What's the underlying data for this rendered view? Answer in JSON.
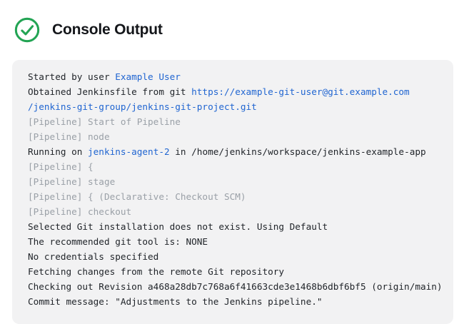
{
  "header": {
    "title": "Console Output",
    "status_icon": "success-check-icon"
  },
  "colors": {
    "success_green": "#23a454",
    "link_blue": "#2065d1",
    "muted_gray": "#9aa0a7",
    "text_dark": "#1f2328",
    "console_bg": "#f2f2f3",
    "page_bg": "#ffffff"
  },
  "console": {
    "lines": [
      {
        "segments": [
          {
            "text": "Started by user ",
            "style": "text"
          },
          {
            "text": "Example User",
            "style": "link",
            "name": "user-link"
          }
        ]
      },
      {
        "segments": [
          {
            "text": "Obtained Jenkinsfile from git ",
            "style": "text"
          },
          {
            "text": "https://example-git-user@git.example.com",
            "style": "link",
            "name": "jenkinsfile-repo-link"
          }
        ]
      },
      {
        "segments": [
          {
            "text": "/jenkins-git-group/jenkins-git-project.git",
            "style": "link",
            "name": "jenkinsfile-repo-link-wrap"
          }
        ]
      },
      {
        "segments": [
          {
            "text": "[Pipeline] Start of Pipeline",
            "style": "muted"
          }
        ]
      },
      {
        "segments": [
          {
            "text": "[Pipeline] node",
            "style": "muted"
          }
        ]
      },
      {
        "segments": [
          {
            "text": "Running on ",
            "style": "text"
          },
          {
            "text": "jenkins-agent-2",
            "style": "link",
            "name": "agent-link"
          },
          {
            "text": " in /home/jenkins/workspace/jenkins-example-app",
            "style": "text"
          }
        ]
      },
      {
        "segments": [
          {
            "text": "[Pipeline] {",
            "style": "muted"
          }
        ]
      },
      {
        "segments": [
          {
            "text": "[Pipeline] stage",
            "style": "muted"
          }
        ]
      },
      {
        "segments": [
          {
            "text": "[Pipeline] { (Declarative: Checkout SCM)",
            "style": "muted"
          }
        ]
      },
      {
        "segments": [
          {
            "text": "[Pipeline] checkout",
            "style": "muted"
          }
        ]
      },
      {
        "segments": [
          {
            "text": "Selected Git installation does not exist. Using Default",
            "style": "text"
          }
        ]
      },
      {
        "segments": [
          {
            "text": "The recommended git tool is: NONE",
            "style": "text"
          }
        ]
      },
      {
        "segments": [
          {
            "text": "No credentials specified",
            "style": "text"
          }
        ]
      },
      {
        "segments": [
          {
            "text": "Fetching changes from the remote Git repository",
            "style": "text"
          }
        ]
      },
      {
        "segments": [
          {
            "text": "Checking out Revision a468a28db7c768a6f41663cde3e1468b6dbf6bf5 (origin/main)",
            "style": "text"
          }
        ]
      },
      {
        "segments": [
          {
            "text": "Commit message: \"Adjustments to the Jenkins pipeline.\"",
            "style": "text"
          }
        ]
      }
    ]
  }
}
